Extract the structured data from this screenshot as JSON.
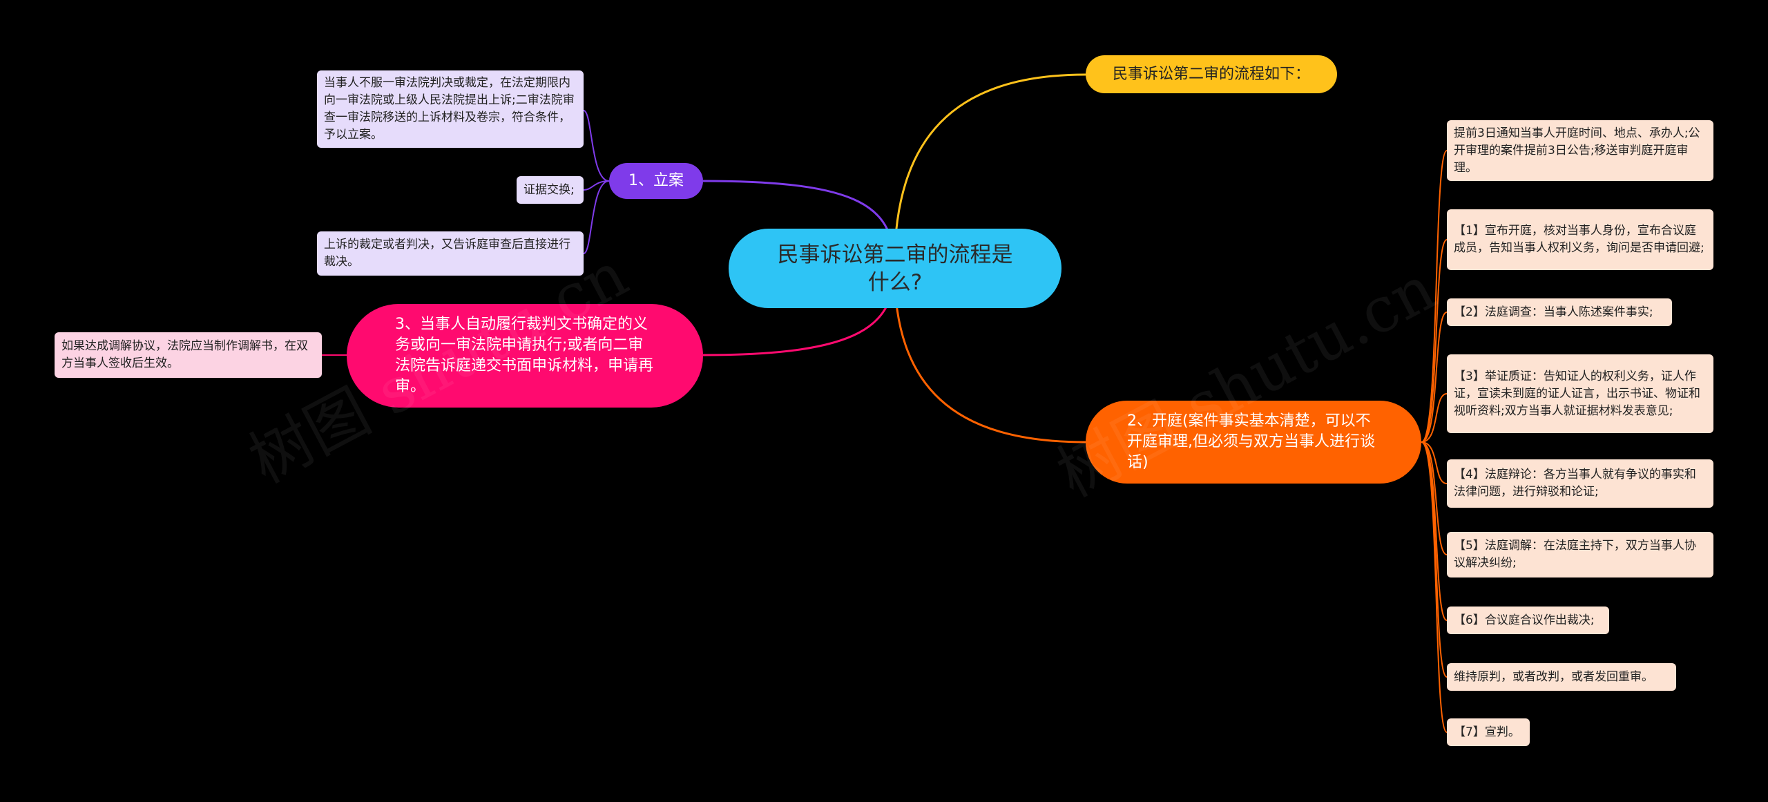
{
  "center": {
    "text": "民事诉讼第二审的流程是什么?"
  },
  "branch_top": {
    "text": "民事诉讼第二审的流程如下："
  },
  "branch_1": {
    "text": "1、立案",
    "leaves": [
      "当事人不服一审法院判决或裁定，在法定期限内向一审法院或上级人民法院提出上诉;二审法院审查一审法院移送的上诉材料及卷宗，符合条件，予以立案。",
      "证据交换;",
      "上诉的裁定或者判决，又告诉庭审查后直接进行裁决。"
    ]
  },
  "branch_2": {
    "text": "2、开庭(案件事实基本清楚，可以不开庭审理,但必须与双方当事人进行谈话)",
    "leaves": [
      "提前3日通知当事人开庭时间、地点、承办人;公开审理的案件提前3日公告;移送审判庭开庭审理。",
      "【1】宣布开庭，核对当事人身份，宣布合议庭成员，告知当事人权利义务，询问是否申请回避;",
      "【2】法庭调查：当事人陈述案件事实;",
      "【3】举证质证：告知证人的权利义务，证人作证，宣读未到庭的证人证言，出示书证、物证和视听资料;双方当事人就证据材料发表意见;",
      "【4】法庭辩论：各方当事人就有争议的事实和法律问题，进行辩驳和论证;",
      "【5】法庭调解：在法庭主持下，双方当事人协议解决纠纷;",
      "【6】合议庭合议作出裁决;",
      "维持原判，或者改判，或者发回重审。",
      "【7】宣判。"
    ]
  },
  "branch_3": {
    "text": "3、当事人自动履行裁判文书确定的义务或向一审法院申请执行;或者向二审法院告诉庭递交书面申诉材料，申请再审。",
    "leaves": [
      "如果达成调解协议，法院应当制作调解书，在双方当事人签收后生效。"
    ]
  },
  "watermark": [
    "树图 shutu.cn",
    "树图 shutu.cn"
  ],
  "colors": {
    "center": "#2ec4f5",
    "branch_top": "#ffc21b",
    "branch_1": "#7f3bea",
    "branch_2": "#ff6200",
    "branch_3": "#ff0a6f"
  }
}
